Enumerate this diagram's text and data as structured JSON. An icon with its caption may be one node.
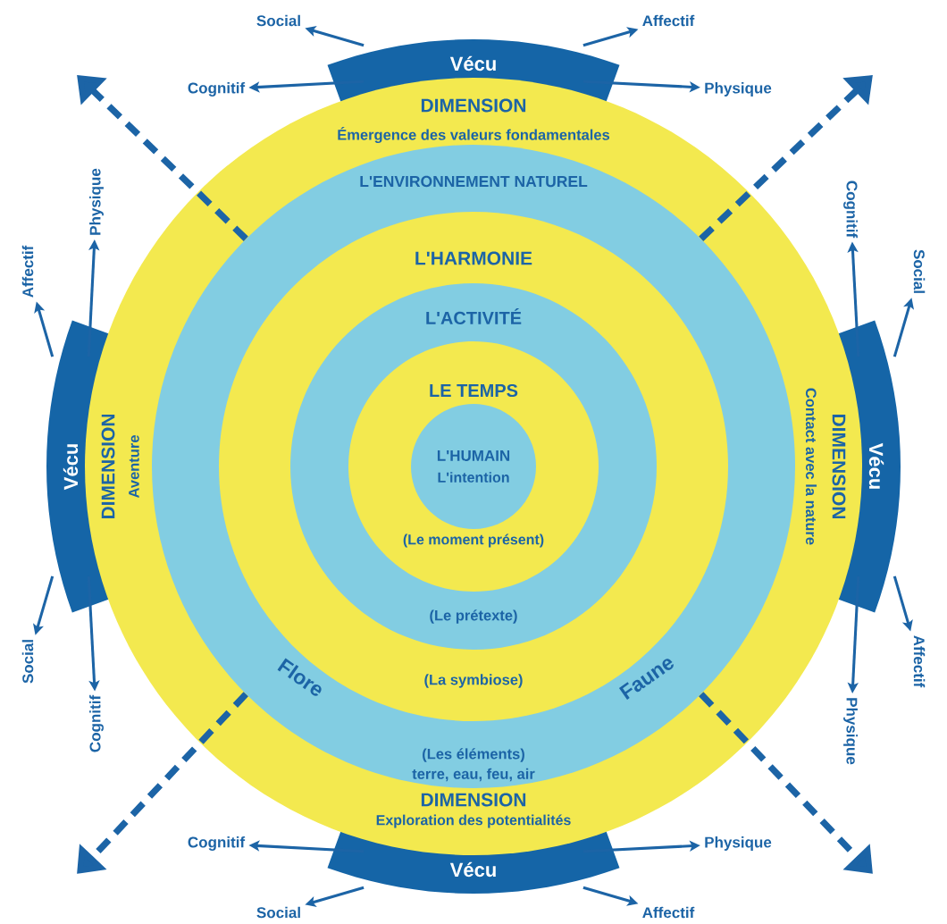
{
  "diagram": {
    "nodes": [
      {
        "text": [
          "DIMENSION",
          "Émergence des valeurs fondamentales",
          "DIMENSION",
          "Aventure",
          "DIMENSION",
          "Contact avec la nature",
          "DIMENSION",
          "Exploration des potentialités"
        ]
      },
      {
        "text": [
          "L'ENVIRONNEMENT NATUREL",
          "Flore",
          "Faune",
          "(Les éléments)",
          "terre, eau, feu, air"
        ],
        "in": 0
      },
      {
        "text": [
          "L'HARMONIE",
          "(La symbiose)"
        ],
        "in": 1
      },
      {
        "text": [
          "L'ACTIVITÉ",
          "(Le prétexte)"
        ],
        "in": 2
      },
      {
        "text": [
          "LE TEMPS",
          "(Le moment présent)"
        ],
        "in": 3
      },
      {
        "text": [
          "L'HUMAIN",
          "L'intention"
        ],
        "in": 4
      },
      {
        "text": [
          "Vécu"
        ]
      },
      {
        "text": [
          "Vécu"
        ]
      },
      {
        "text": [
          "Vécu"
        ]
      },
      {
        "text": [
          "Vécu"
        ]
      },
      {
        "text": [
          "Social"
        ]
      },
      {
        "text": [
          "Affectif"
        ]
      },
      {
        "text": [
          "Cognitif"
        ]
      },
      {
        "text": [
          "Physique"
        ]
      },
      {
        "text": [
          "Affectif"
        ]
      },
      {
        "text": [
          "Physique"
        ]
      },
      {
        "text": [
          "Social"
        ]
      },
      {
        "text": [
          "Cognitif"
        ]
      },
      {
        "text": [
          "Cognitif"
        ]
      },
      {
        "text": [
          "Social"
        ]
      },
      {
        "text": [
          "Affectif"
        ]
      },
      {
        "text": [
          "Physique"
        ]
      },
      {
        "text": [
          "Cognitif"
        ]
      },
      {
        "text": [
          "Physique"
        ]
      },
      {
        "text": [
          "Social"
        ]
      },
      {
        "text": [
          "Affectif"
        ]
      }
    ],
    "edges": [
      {
        "from": 6,
        "to": 10,
        "arrow": "to"
      },
      {
        "from": 6,
        "to": 11,
        "arrow": "to"
      },
      {
        "from": 6,
        "to": 12,
        "arrow": "to"
      },
      {
        "from": 6,
        "to": 13,
        "arrow": "to"
      },
      {
        "from": 7,
        "to": 14,
        "arrow": "to"
      },
      {
        "from": 7,
        "to": 15,
        "arrow": "to"
      },
      {
        "from": 7,
        "to": 16,
        "arrow": "to"
      },
      {
        "from": 7,
        "to": 17,
        "arrow": "to"
      },
      {
        "from": 8,
        "to": 18,
        "arrow": "to"
      },
      {
        "from": 8,
        "to": 19,
        "arrow": "to"
      },
      {
        "from": 8,
        "to": 20,
        "arrow": "to"
      },
      {
        "from": 8,
        "to": 21,
        "arrow": "to"
      },
      {
        "from": 9,
        "to": 22,
        "arrow": "to"
      },
      {
        "from": 9,
        "to": 23,
        "arrow": "to"
      },
      {
        "from": 9,
        "to": 24,
        "arrow": "to"
      },
      {
        "from": 9,
        "to": 25,
        "arrow": "to"
      },
      {
        "from": 1,
        "to": null,
        "arrow": "to",
        "style": "dashed"
      },
      {
        "from": 1,
        "to": null,
        "arrow": "to",
        "style": "dashed"
      },
      {
        "from": 1,
        "to": null,
        "arrow": "to",
        "style": "dashed"
      },
      {
        "from": 1,
        "to": null,
        "arrow": "to",
        "style": "dashed"
      }
    ]
  }
}
